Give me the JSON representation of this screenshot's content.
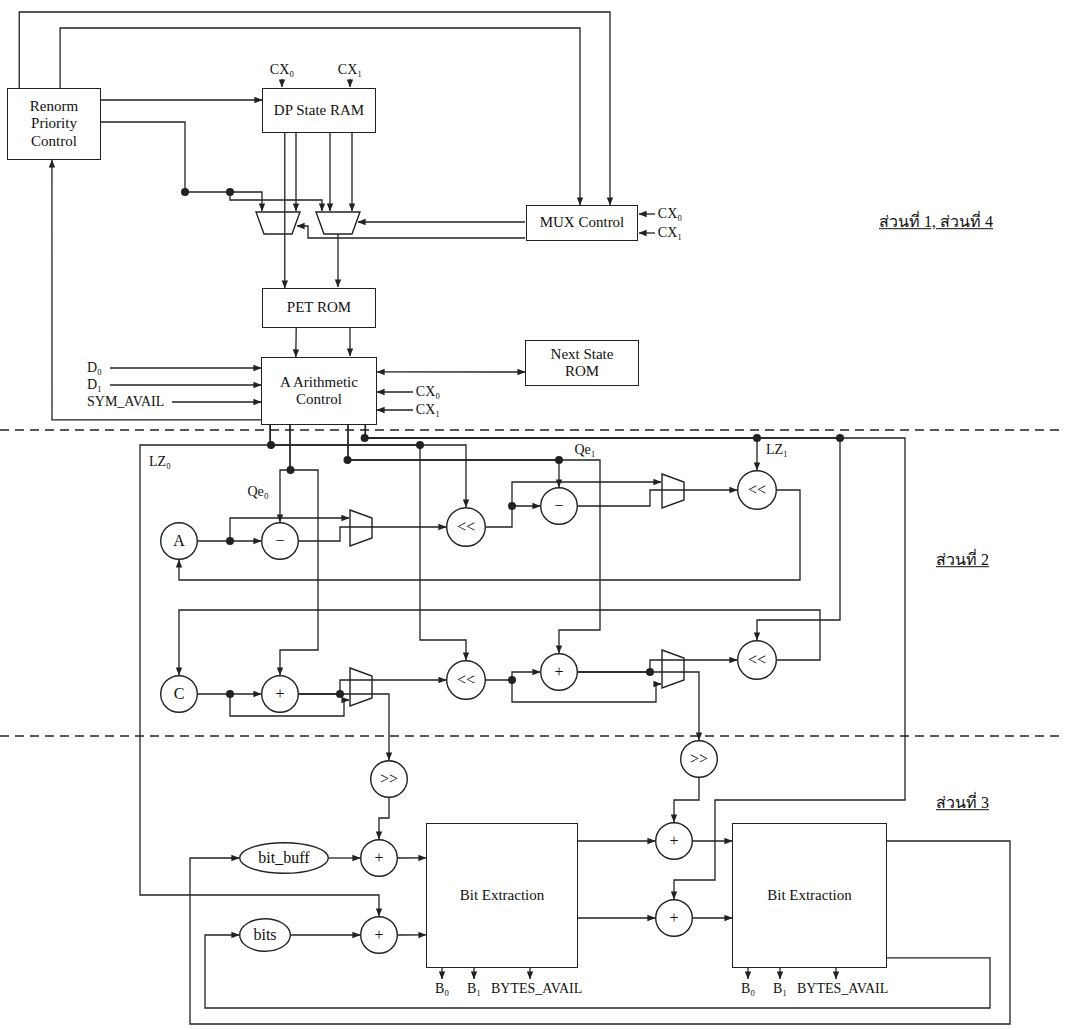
{
  "diagram": {
    "nodes": [
      {
        "text": [
          "Renorm Priority Control"
        ]
      },
      {
        "text": [
          "DP State RAM"
        ]
      },
      {
        "text": [
          "MUX Control"
        ]
      },
      {
        "text": [
          "PET ROM"
        ]
      },
      {
        "text": [
          "A Arithmetic Control"
        ]
      },
      {
        "text": [
          "Next State ROM"
        ]
      },
      {
        "text": [
          "A"
        ]
      },
      {
        "text": [
          "−"
        ]
      },
      {
        "text": [
          "<<"
        ]
      },
      {
        "text": [
          "−"
        ]
      },
      {
        "text": [
          "<<"
        ]
      },
      {
        "text": [
          "C"
        ]
      },
      {
        "text": [
          "+"
        ]
      },
      {
        "text": [
          "<<"
        ]
      },
      {
        "text": [
          "+"
        ]
      },
      {
        "text": [
          "<<"
        ]
      },
      {
        "text": [
          ">>"
        ]
      },
      {
        "text": [
          ">>"
        ]
      },
      {
        "text": [
          "bit_buff"
        ]
      },
      {
        "text": [
          "+"
        ]
      },
      {
        "text": [
          "bits"
        ]
      },
      {
        "text": [
          "+"
        ]
      },
      {
        "text": [
          "Bit Extraction"
        ]
      },
      {
        "text": [
          "+"
        ]
      },
      {
        "text": [
          "+"
        ]
      },
      {
        "text": [
          "Bit Extraction"
        ]
      }
    ],
    "edges": [
      {
        "from": 4,
        "to": 0,
        "arrow": "to"
      },
      {
        "from": 0,
        "to": 1,
        "arrow": "to"
      },
      {
        "from": 0,
        "to": 2,
        "arrow": "to"
      },
      {
        "from": 0,
        "to": 2,
        "arrow": "to"
      },
      {
        "from": 1,
        "to": 3,
        "arrow": "to"
      },
      {
        "from": 3,
        "to": 4,
        "arrow": "to"
      },
      {
        "from": 4,
        "to": 5,
        "arrow": "both"
      },
      {
        "from": 4,
        "to": 7,
        "arrow": "to"
      },
      {
        "from": 4,
        "to": 12,
        "arrow": "to"
      },
      {
        "from": 4,
        "to": 8,
        "arrow": "to"
      },
      {
        "from": 4,
        "to": 13,
        "arrow": "to"
      },
      {
        "from": 4,
        "to": 21,
        "arrow": "to"
      },
      {
        "from": 4,
        "to": 9,
        "arrow": "to"
      },
      {
        "from": 4,
        "to": 14,
        "arrow": "to"
      },
      {
        "from": 4,
        "to": 10,
        "arrow": "to"
      },
      {
        "from": 4,
        "to": 15,
        "arrow": "to"
      },
      {
        "from": 4,
        "to": 24,
        "arrow": "to"
      },
      {
        "from": 6,
        "to": 7,
        "arrow": "to"
      },
      {
        "from": 7,
        "to": 8,
        "arrow": "to"
      },
      {
        "from": 8,
        "to": 9,
        "arrow": "to"
      },
      {
        "from": 9,
        "to": 10,
        "arrow": "to"
      },
      {
        "from": 10,
        "to": 6,
        "arrow": "to"
      },
      {
        "from": 11,
        "to": 12,
        "arrow": "to"
      },
      {
        "from": 12,
        "to": 13,
        "arrow": "to"
      },
      {
        "from": 13,
        "to": 14,
        "arrow": "to"
      },
      {
        "from": 14,
        "to": 15,
        "arrow": "to"
      },
      {
        "from": 15,
        "to": 11,
        "arrow": "to"
      },
      {
        "from": 12,
        "to": 16,
        "arrow": "to"
      },
      {
        "from": 14,
        "to": 17,
        "arrow": "to"
      },
      {
        "from": 16,
        "to": 19,
        "arrow": "to"
      },
      {
        "from": 17,
        "to": 23,
        "arrow": "to"
      },
      {
        "from": 18,
        "to": 19,
        "arrow": "to"
      },
      {
        "from": 19,
        "to": 22,
        "arrow": "to"
      },
      {
        "from": 20,
        "to": 21,
        "arrow": "to"
      },
      {
        "from": 21,
        "to": 22,
        "arrow": "to"
      },
      {
        "from": 22,
        "to": 23,
        "arrow": "to"
      },
      {
        "from": 22,
        "to": 24,
        "arrow": "to"
      },
      {
        "from": 23,
        "to": 25,
        "arrow": "to"
      },
      {
        "from": 24,
        "to": 25,
        "arrow": "to"
      },
      {
        "from": 25,
        "to": 18,
        "arrow": "to"
      },
      {
        "from": 25,
        "to": 20,
        "arrow": "to"
      }
    ],
    "labels": [
      "CX₀",
      "CX₁",
      "CX₀",
      "CX₁",
      "D₀",
      "D₁",
      "SYM_AVAIL",
      "CX₀",
      "CX₁",
      "LZ₀",
      "Qe₀",
      "Qe₁",
      "LZ₁",
      "B₀",
      "B₁",
      "BYTES_AVAIL",
      "B₀",
      "B₁",
      "BYTES_AVAIL",
      "ส่วนที่ 1, ส่วนที่ 4",
      "ส่วนที่ 2",
      "ส่วนที่ 3"
    ]
  }
}
